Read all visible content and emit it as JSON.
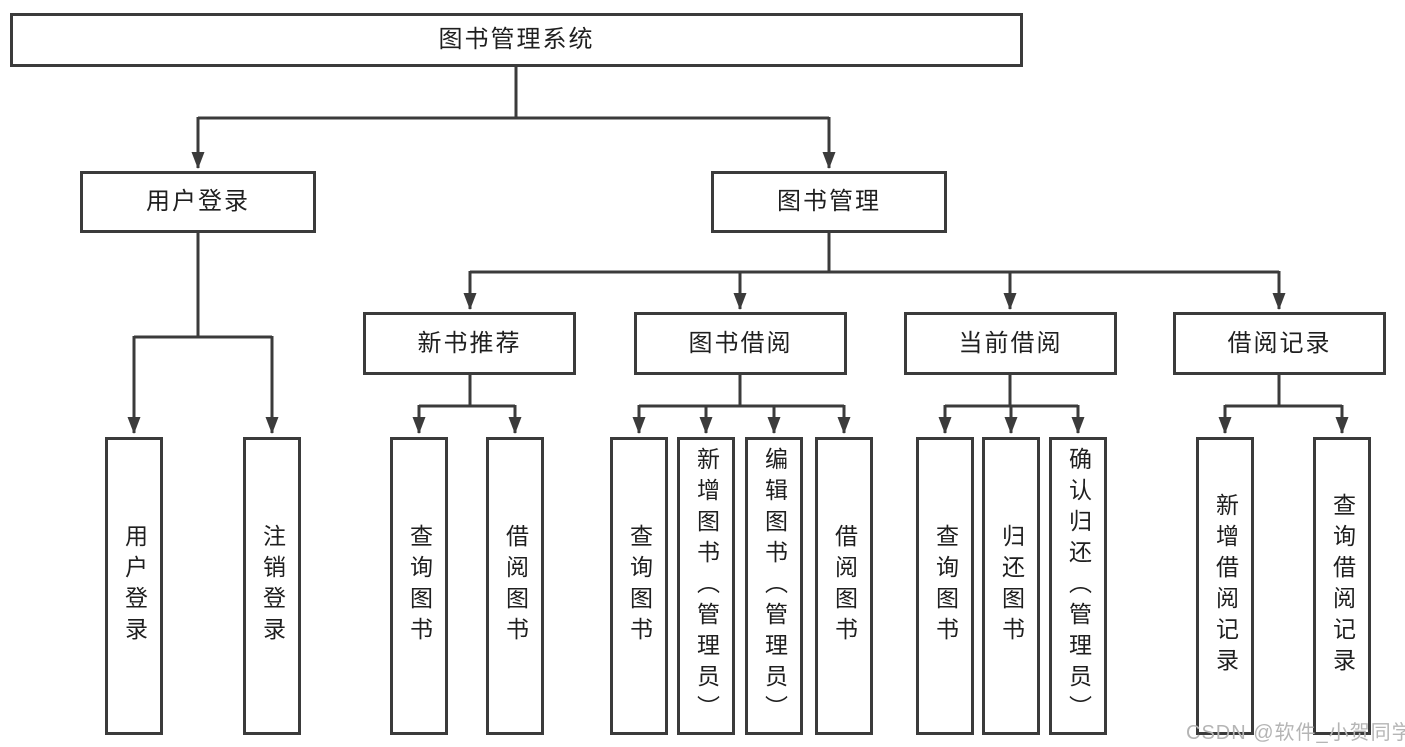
{
  "tree": {
    "root": {
      "label": "图书管理系统"
    },
    "branches": [
      {
        "label": "用户登录",
        "children": [
          {
            "label": "用户登录"
          },
          {
            "label": "注销登录"
          }
        ]
      },
      {
        "label": "图书管理",
        "children": [
          {
            "label": "新书推荐",
            "children": [
              {
                "label": "查询图书"
              },
              {
                "label": "借阅图书"
              }
            ]
          },
          {
            "label": "图书借阅",
            "children": [
              {
                "label": "查询图书"
              },
              {
                "label": "新增图书（管理员）"
              },
              {
                "label": "编辑图书（管理员）"
              },
              {
                "label": "借阅图书"
              }
            ]
          },
          {
            "label": "当前借阅",
            "children": [
              {
                "label": "查询图书"
              },
              {
                "label": "归还图书"
              },
              {
                "label": "确认归还（管理员）"
              }
            ]
          },
          {
            "label": "借阅记录",
            "children": [
              {
                "label": "新增借阅记录"
              },
              {
                "label": "查询借阅记录"
              }
            ]
          }
        ]
      }
    ]
  },
  "watermark": {
    "text": "CSDN @软件_小贺同学"
  },
  "colors": {
    "line": "#3b3b3b",
    "box_border": "#3b3b3b",
    "text": "#1f1f1f",
    "watermark": "#b5b5b5",
    "background": "#ffffff"
  }
}
